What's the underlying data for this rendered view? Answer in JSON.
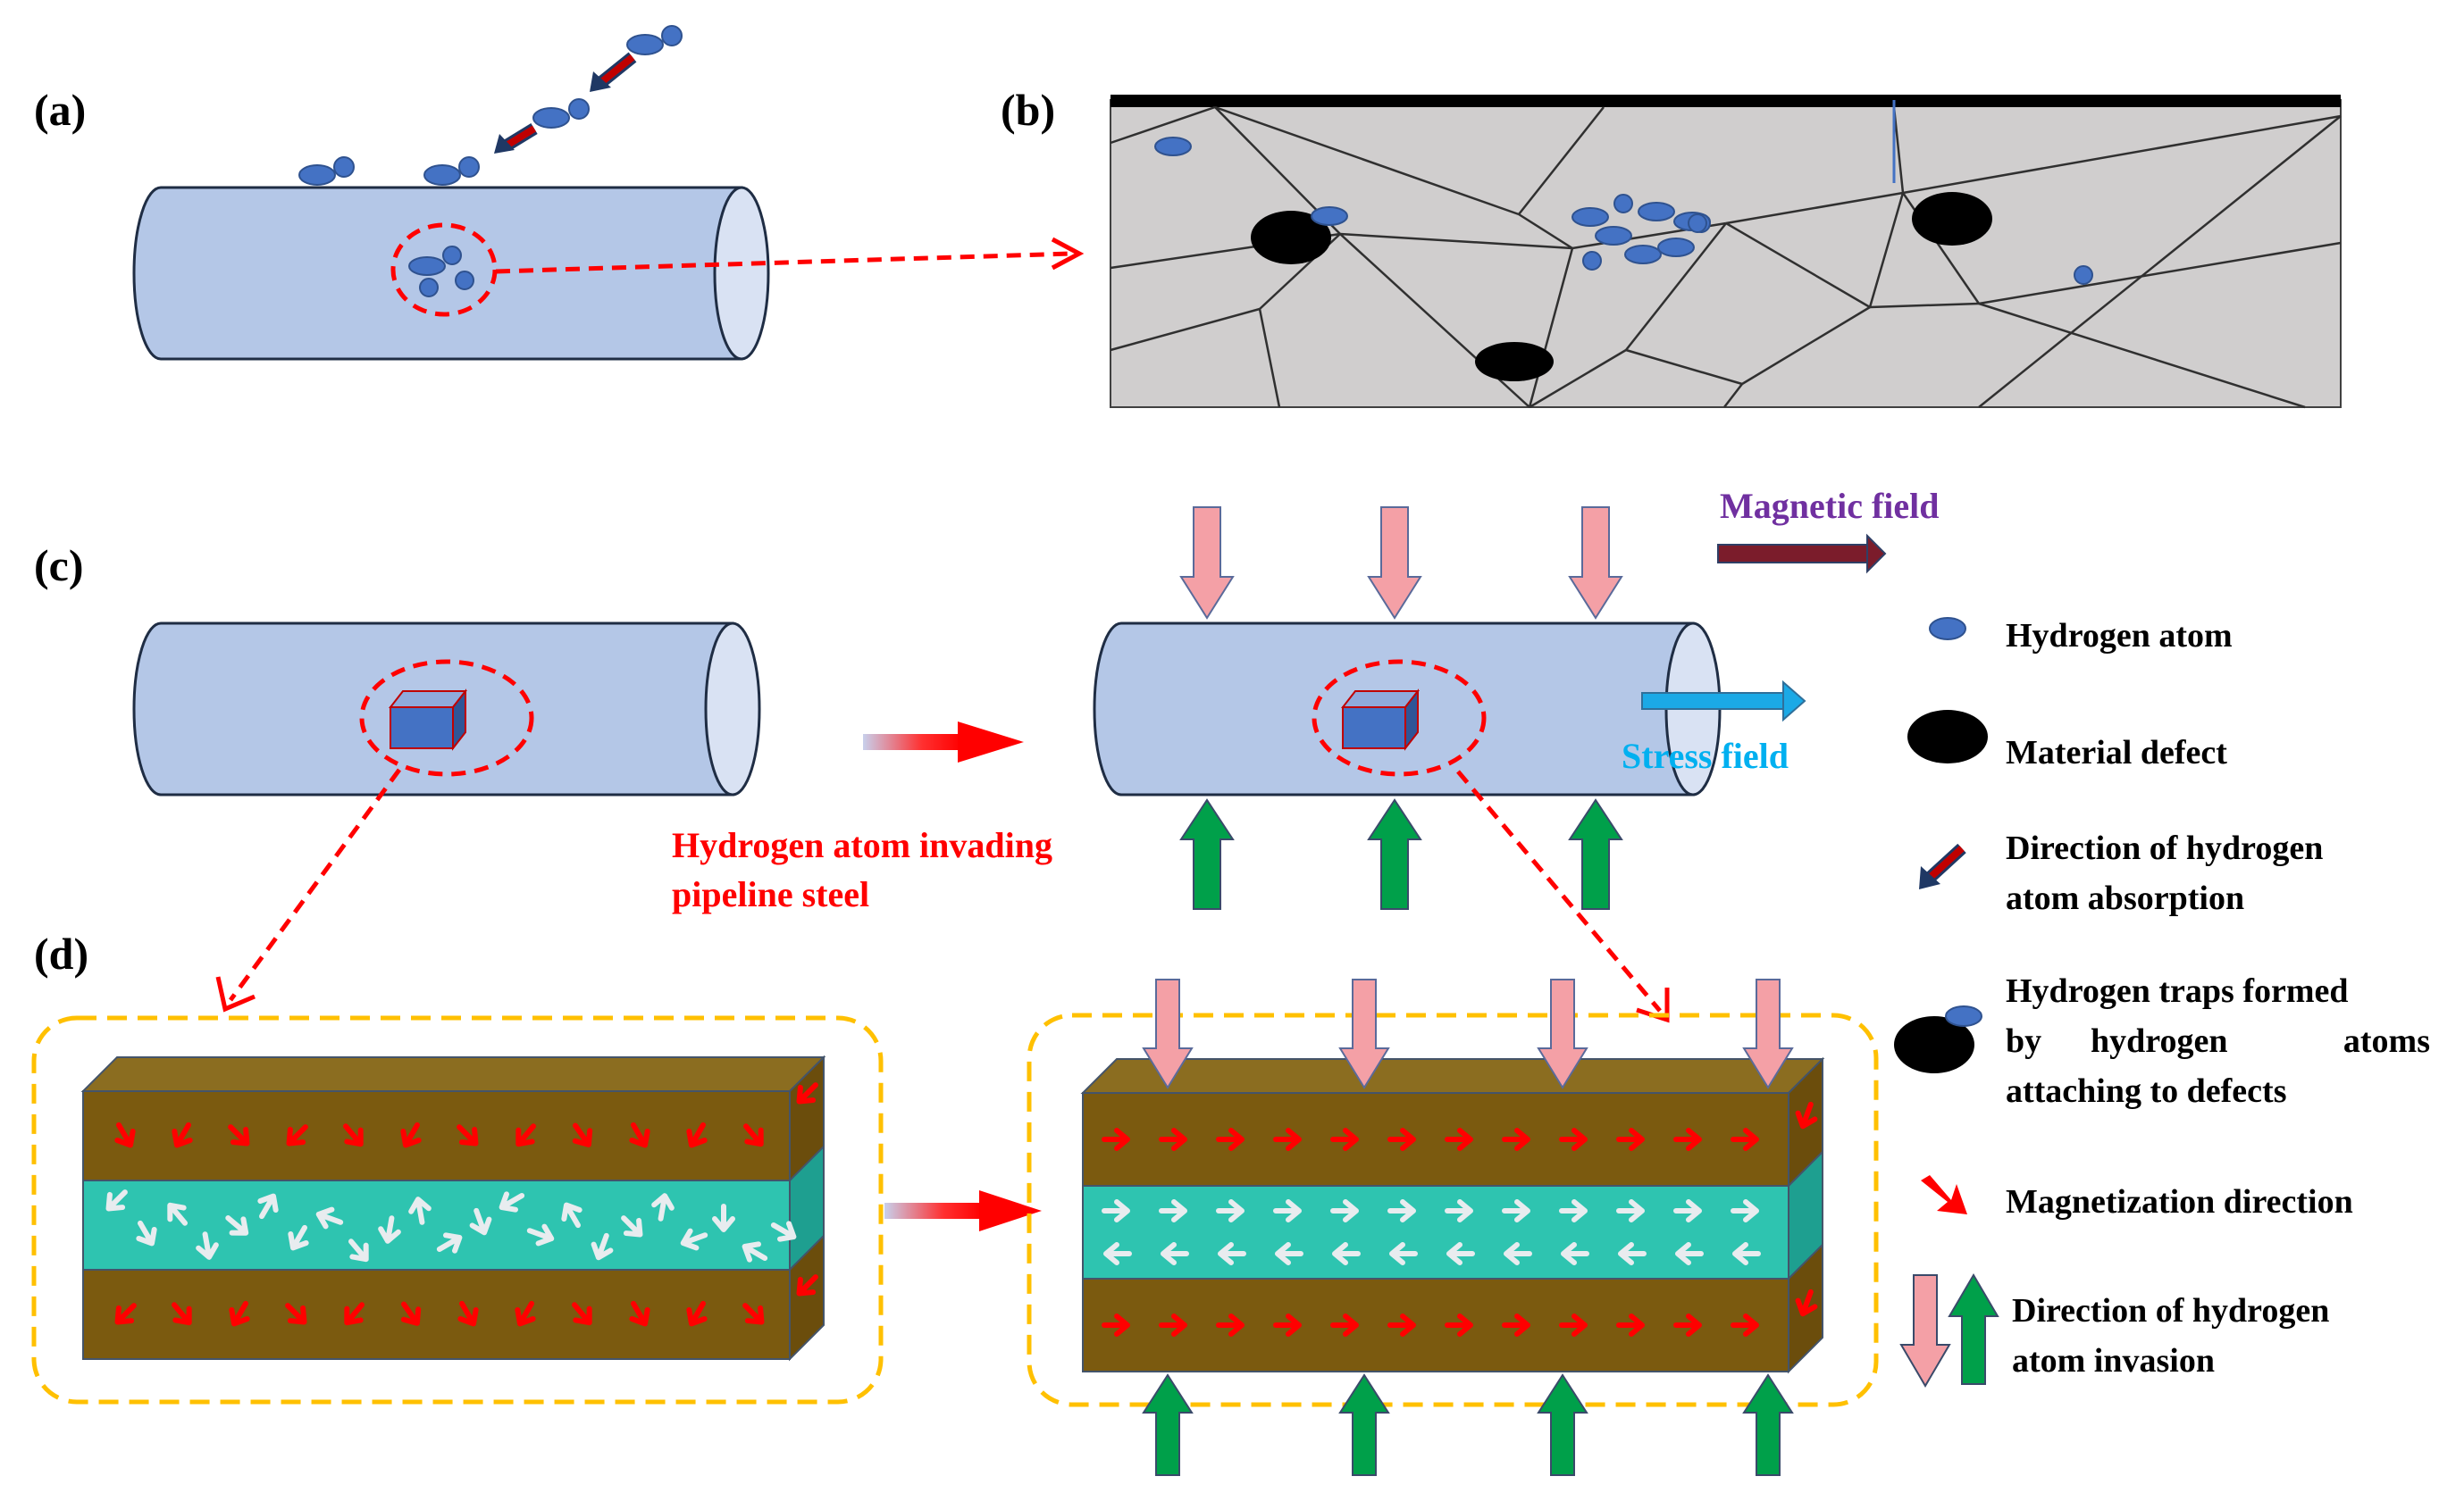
{
  "panels": {
    "a": "(a)",
    "b": "(b)",
    "c": "(c)",
    "d": "(d)"
  },
  "annotations": {
    "magnetic_field": "Magnetic field",
    "stress_field": "Stress field",
    "invading_line1": "Hydrogen atom invading",
    "invading_line2": "pipeline steel"
  },
  "legend": {
    "hydrogen_atom": "Hydrogen atom",
    "material_defect": "Material defect",
    "absorption_line1": "Direction of hydrogen",
    "absorption_line2": "atom absorption",
    "traps_line1": "Hydrogen traps formed",
    "traps_line2": "by hydrogen atoms",
    "traps_line3": "attaching to defects",
    "magnetization": "Magnetization direction",
    "invasion_line1": "Direction of hydrogen",
    "invasion_line2": "atom invasion"
  },
  "colors": {
    "pipe_fill": "#b4c7e7",
    "hydrogen_atom": "#4472c4",
    "defect": "#000000",
    "grain_fill": "#d0cece",
    "brown_layer": "#7b5a0f",
    "teal_layer": "#2ec4b0",
    "magnetization_arrow": "#ff0000",
    "domain_arrow_light": "#e8ecef",
    "dashed_red": "#ff0000",
    "dashed_orange": "#ffc000",
    "pink_arrow": "#f4a0a6",
    "green_arrow": "#00a04a",
    "magnetic_arrow": "#7b1c2b",
    "stress_arrow": "#1ba9e6",
    "magnetic_text": "#7030a0",
    "stress_text": "#00b0f0",
    "invading_text": "#ff0000"
  },
  "icons": [
    "hydrogen-atom-icon",
    "material-defect-icon",
    "absorption-arrow-icon",
    "hydrogen-trap-icon",
    "magnetization-arrow-icon",
    "invasion-arrows-icon"
  ]
}
